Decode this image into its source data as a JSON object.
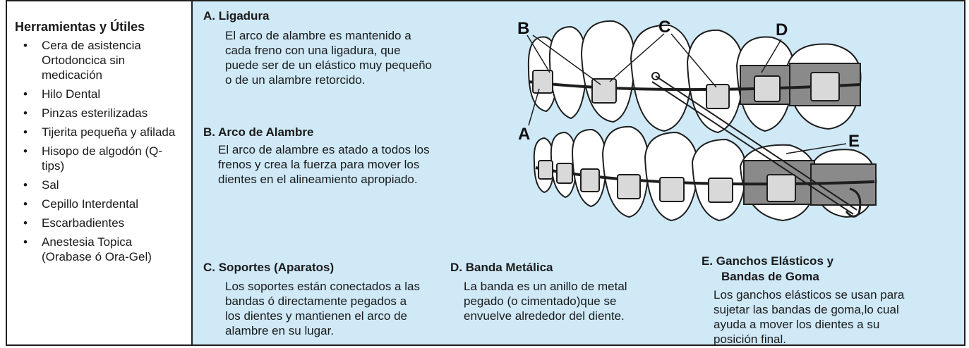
{
  "tools": {
    "title": "Herramientas y Útiles",
    "items": [
      "Cera de asistencia Ortodoncica sin medicación",
      "Hilo Dental",
      "Pinzas esterilizadas",
      "Tijerita pequeña y afilada",
      "Hisopo de algodón (Q-tips)",
      "Sal",
      "Cepillo Interdental",
      "Escarbadientes",
      "Anestesia Topica (Orabase ó Ora-Gel)"
    ]
  },
  "sections": {
    "a": {
      "title": "A.  Ligadura",
      "body": "El arco de alambre es mantenido a cada freno con una ligadura, que puede ser de un elástico muy pequeño o de un alambre retorcido."
    },
    "b": {
      "title": "B. Arco de Alambre",
      "body": "El arco de alambre es atado a todos los frenos y crea la fuerza para mover los dientes en el alineamiento apropiado."
    },
    "c": {
      "title": "C. Soportes (Aparatos)",
      "body": "Los soportes están conectados a las bandas ó directamente pegados a los dientes y mantienen el arco de alambre en su lugar."
    },
    "d": {
      "title": "D. Banda Metálica",
      "body": "La banda es un anillo de metal pegado (o cimentado)que se envuelve  alrededor del diente."
    },
    "e": {
      "title_line1": "E. Ganchos Elásticos y",
      "title_line2": "Bandas de Goma",
      "body": "Los ganchos elásticos se usan para sujetar las bandas de goma,lo cual ayuda a mover los dientes a su posición final."
    }
  },
  "diagram": {
    "labels": {
      "a": "A",
      "b": "B",
      "c": "C",
      "d": "D",
      "e": "E"
    }
  },
  "colors": {
    "panel": "#cfe9f7",
    "band": "#8a8a8a",
    "outline": "#1e1e1e"
  }
}
